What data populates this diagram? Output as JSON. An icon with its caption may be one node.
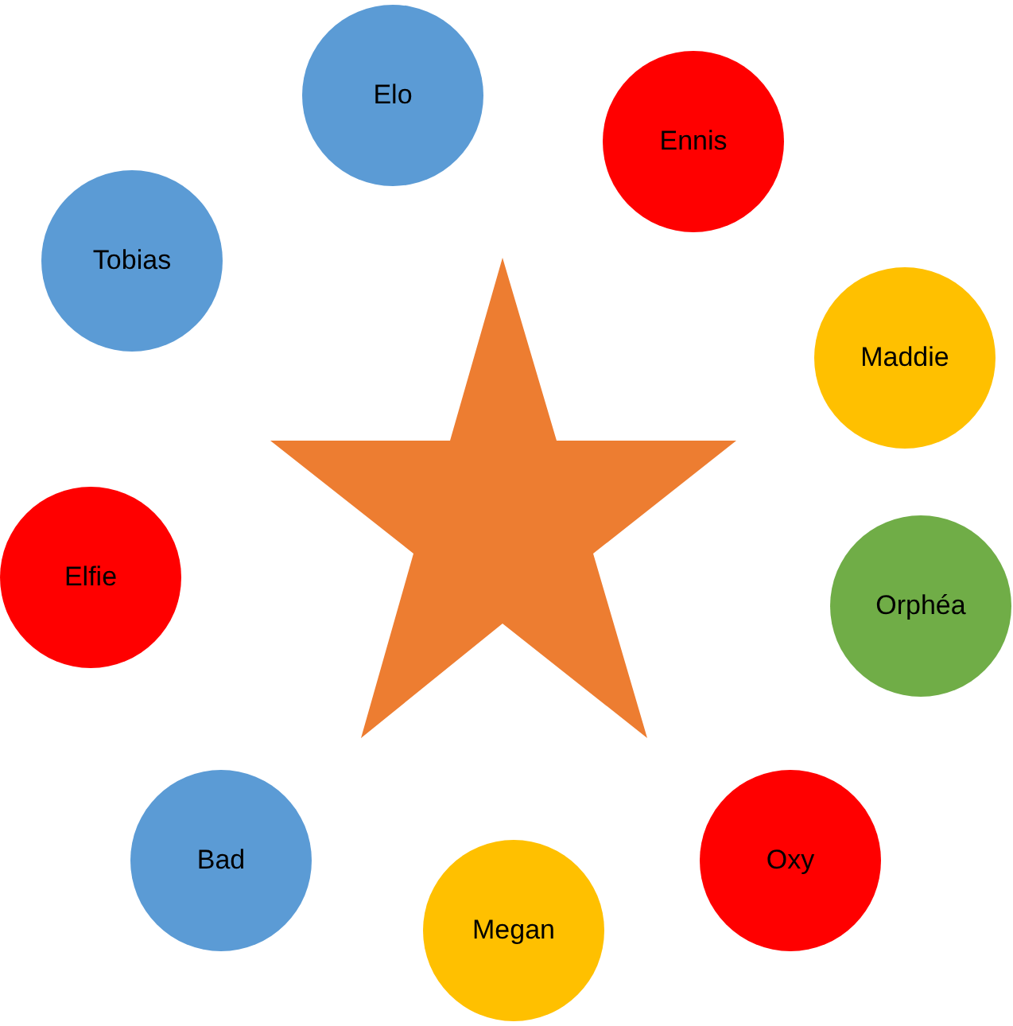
{
  "diagram": {
    "nodes": [
      {
        "text": [
          "Elo"
        ]
      },
      {
        "text": [
          "Ennis"
        ]
      },
      {
        "text": [
          "Maddie"
        ]
      },
      {
        "text": [
          "Orphéa"
        ]
      },
      {
        "text": [
          "Oxy"
        ]
      },
      {
        "text": [
          "Megan"
        ]
      },
      {
        "text": [
          "Bad"
        ]
      },
      {
        "text": [
          "Elfie"
        ]
      },
      {
        "text": [
          "Tobias"
        ]
      },
      {
        "text": [],
        "shape": "star"
      }
    ]
  }
}
